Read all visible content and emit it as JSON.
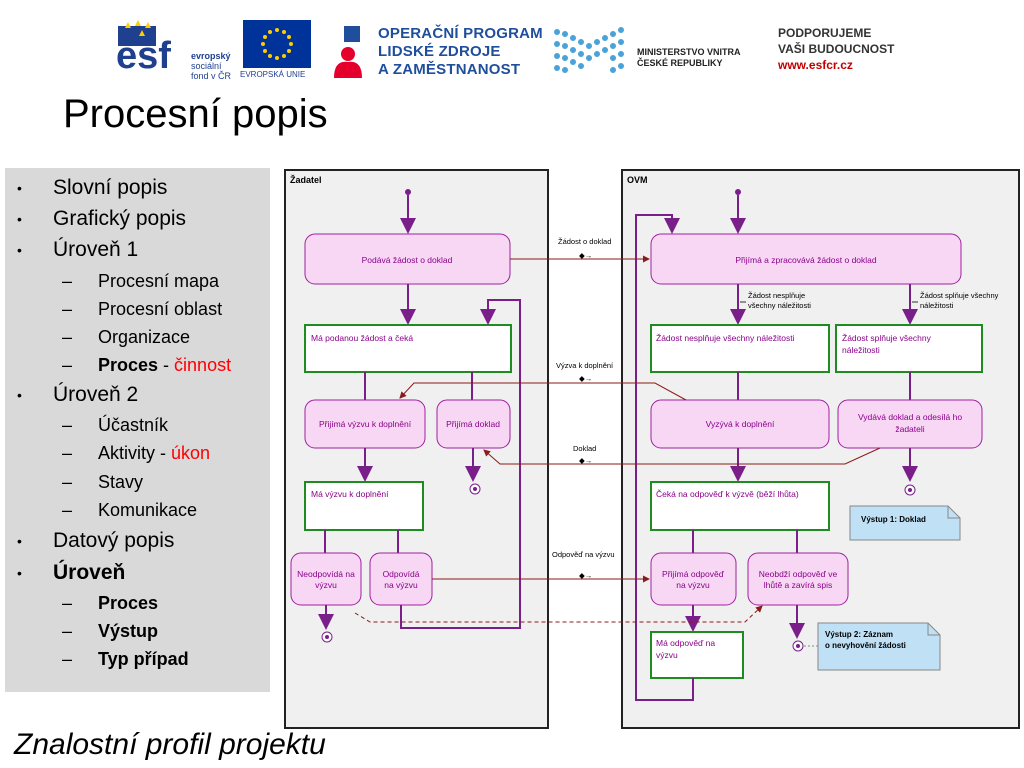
{
  "header": {
    "esf": {
      "logo_letters": "esf",
      "line1": "evropský",
      "line2": "sociální",
      "line3": "fond v ČR",
      "eu_caption": "EVROPSKÁ UNIE"
    },
    "op": {
      "line1": "OPERAČNÍ PROGRAM",
      "line2": "LIDSKÉ ZDROJE",
      "line3": "A ZAMĚSTNANOST"
    },
    "mv": {
      "line1": "MINISTERSTVO VNITRA",
      "line2": "ČESKÉ REPUBLIKY"
    },
    "support": {
      "line1": "PODPORUJEME",
      "line2": "VAŠI BUDOUCNOST",
      "url": "www.esfcr.cz"
    }
  },
  "page_title": "Procesní popis",
  "bullets": {
    "l1_slovni": "Slovní popis",
    "l1_graficky": "Grafický popis",
    "l1_uroven1": "Úroveň 1",
    "l2_mapa": "Procesní mapa",
    "l2_oblast": "Procesní oblast",
    "l2_organizace": "Organizace",
    "l2_proces": "Proces",
    "l2_proces_sep": " - ",
    "l2_cinnost": "činnost",
    "l1_uroven2": "Úroveň 2",
    "l2_ucastnik": "Účastník",
    "l2_aktivity": "Aktivity",
    "l2_aktivity_sep": " - ",
    "l2_ukon": "úkon",
    "l2_stavy": "Stavy",
    "l2_komunikace": "Komunikace",
    "l1_datovy": "Datový popis",
    "l1_uroven": "Úroveň",
    "l2_proces_b": "Proces",
    "l2_vystup": "Výstup",
    "l2_typ": "Typ případ",
    "bullet_mark": "•",
    "dash_mark": "–"
  },
  "footer": "Znalostní profil projektu",
  "diagram": {
    "lane_left": "Žadatel",
    "lane_right": "OVM",
    "nodes": {
      "podava": "Podává žádost o doklad",
      "ma_podanou": "Má podanou žádost a čeká",
      "prijima_vyzvu": "Přijímá výzvu k doplnění",
      "prijima_doklad": "Přijímá doklad",
      "ma_vyzvu": "Má výzvu k doplnění",
      "neodpovida_1": "Neodpovídá na",
      "neodpovida_2": "výzvu",
      "odpovida_1": "Odpovídá",
      "odpovida_2": "na výzvu",
      "prijima_zprac": "Přijímá a zpracovává žádost o doklad",
      "nesplnuje": "Žádost nesplňuje všechny náležitosti",
      "splnuje_1": "Žádost splňuje všechny",
      "splnuje_2": "náležitosti",
      "vyziva": "Vyzývá k doplnění",
      "vydava_1": "Vydává doklad a odesílá ho",
      "vydava_2": "žadateli",
      "ceka": "Čeká na odpověď k výzvě (běží lhůta)",
      "prijima_odp_1": "Přijímá odpověď",
      "prijima_odp_2": "na výzvu",
      "neobdrzi_1": "Neobdží odpověď ve",
      "neobdrzi_2": "lhůtě a zavírá spis",
      "ma_odpoved_1": "Má odpověď na",
      "ma_odpoved_2": "výzvu"
    },
    "messages": {
      "zadost": "Žádost o doklad",
      "vyzva": "Výzva k doplnění",
      "doklad": "Doklad",
      "odpoved": "Odpověď na výzvu"
    },
    "conditions": {
      "nesplnuje_1": "Žádost nesplňuje",
      "nesplnuje_2": "všechny náležitosti",
      "splnuje_1": "Žádost splňuje všechny",
      "splnuje_2": "náležitosti"
    },
    "outputs": {
      "vystup1": "Výstup 1: Doklad",
      "vystup2_1": "Výstup 2: Záznam",
      "vystup2_2": "o nevyhovění žádosti"
    }
  },
  "colors": {
    "activity_fill": "#f8d7f5",
    "activity_stroke": "#a020a0",
    "state_stroke": "#1e8c1e",
    "flow": "#7a1f8a",
    "message": "#8b1a1a",
    "note_fill": "#bfe0f5",
    "highlight_red": "#ff0000",
    "panel_gray": "#d9d9d9",
    "esf_blue": "#1f3f8f",
    "eu_blue": "#003399",
    "eu_star": "#ffcc00"
  }
}
